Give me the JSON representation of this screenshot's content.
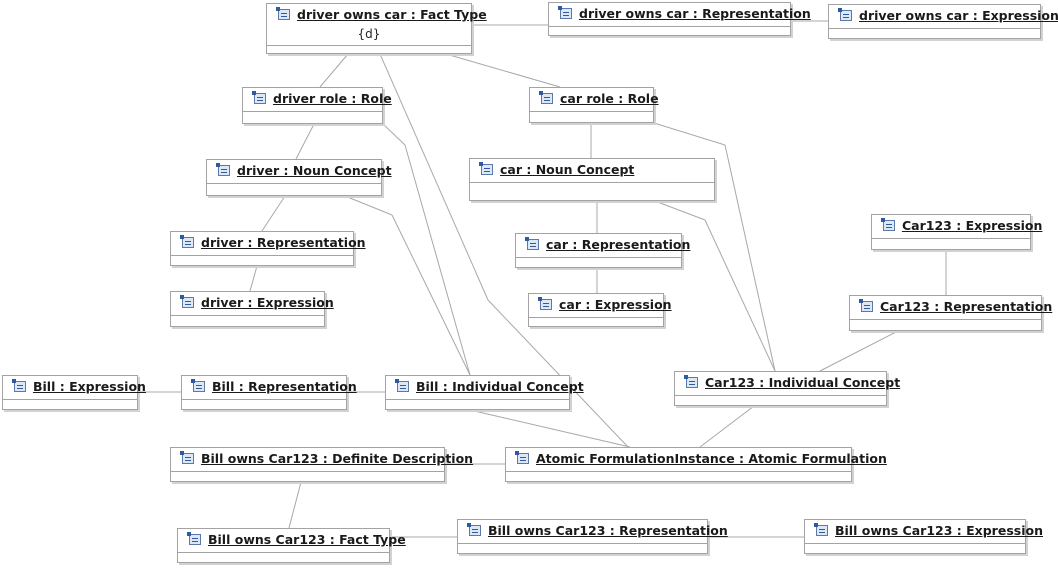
{
  "nodes": {
    "driver_owns_car_ft": {
      "title": "driver owns car : Fact Type",
      "extra": "{d}"
    },
    "driver_owns_car_rep": {
      "title": "driver owns car : Representation"
    },
    "driver_owns_car_expr": {
      "title": "driver owns car : Expression"
    },
    "driver_role": {
      "title": "driver role : Role"
    },
    "car_role": {
      "title": "car role : Role"
    },
    "driver_noun": {
      "title": "driver : Noun Concept"
    },
    "car_noun": {
      "title": "car : Noun Concept"
    },
    "driver_rep": {
      "title": "driver : Representation"
    },
    "driver_expr": {
      "title": "driver : Expression"
    },
    "car_rep": {
      "title": "car : Representation"
    },
    "car_expr": {
      "title": "car : Expression"
    },
    "car123_expr": {
      "title": "Car123 : Expression"
    },
    "car123_rep": {
      "title": "Car123 : Representation"
    },
    "bill_expr": {
      "title": "Bill : Expression"
    },
    "bill_rep": {
      "title": "Bill : Representation"
    },
    "bill_ic": {
      "title": "Bill : Individual Concept"
    },
    "car123_ic": {
      "title": "Car123 : Individual Concept"
    },
    "bill_owns_dd": {
      "title": "Bill owns Car123 : Definite Description"
    },
    "atomic_formulation": {
      "title": "Atomic FormulationInstance : Atomic Formulation"
    },
    "bill_owns_ft": {
      "title": "Bill owns Car123 : Fact Type"
    },
    "bill_owns_rep": {
      "title": "Bill owns Car123 : Representation"
    },
    "bill_owns_expr": {
      "title": "Bill owns Car123 : Expression"
    }
  },
  "colors": {
    "border": "#a3a3a3",
    "link": "#a8a8a8",
    "text": "#1a1a1a",
    "icon": "#2e5aa0"
  },
  "icon_name": "class-instance-icon"
}
